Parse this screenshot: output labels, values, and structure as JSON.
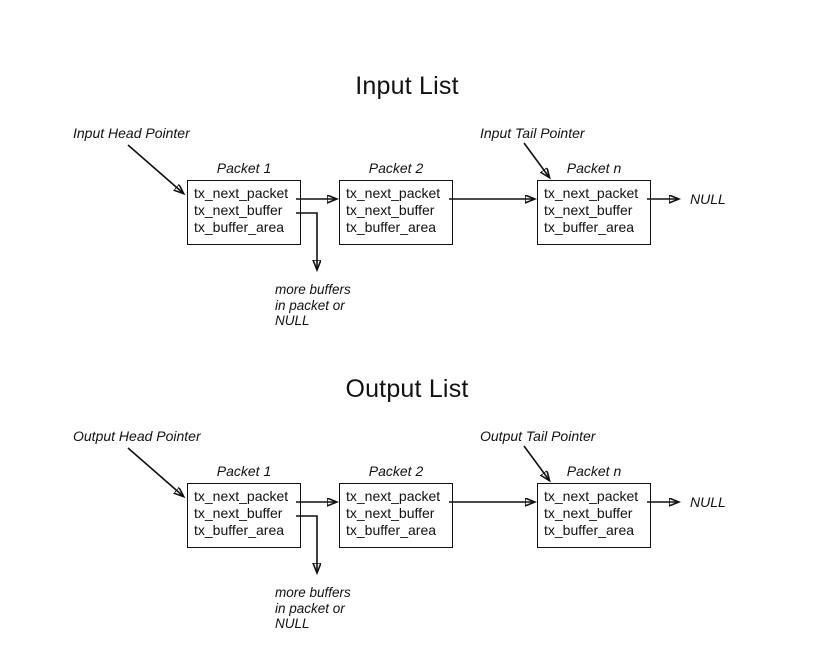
{
  "colors": {
    "ink": "#111111",
    "background": "#ffffff"
  },
  "sections": [
    {
      "title": "Input List",
      "head_pointer": "Input Head Pointer",
      "tail_pointer": "Input Tail Pointer",
      "null_label": "NULL",
      "note_lines": [
        "more buffers",
        "in packet or",
        "NULL"
      ],
      "packets": [
        {
          "label": "Packet 1",
          "fields": [
            "tx_next_packet",
            "tx_next_buffer",
            "tx_buffer_area"
          ]
        },
        {
          "label": "Packet 2",
          "fields": [
            "tx_next_packet",
            "tx_next_buffer",
            "tx_buffer_area"
          ]
        },
        {
          "label": "Packet n",
          "fields": [
            "tx_next_packet",
            "tx_next_buffer",
            "tx_buffer_area"
          ]
        }
      ]
    },
    {
      "title": "Output List",
      "head_pointer": "Output Head Pointer",
      "tail_pointer": "Output Tail Pointer",
      "null_label": "NULL",
      "note_lines": [
        "more buffers",
        "in packet or",
        "NULL"
      ],
      "packets": [
        {
          "label": "Packet 1",
          "fields": [
            "tx_next_packet",
            "tx_next_buffer",
            "tx_buffer_area"
          ]
        },
        {
          "label": "Packet 2",
          "fields": [
            "tx_next_packet",
            "tx_next_buffer",
            "tx_buffer_area"
          ]
        },
        {
          "label": "Packet n",
          "fields": [
            "tx_next_packet",
            "tx_next_buffer",
            "tx_buffer_area"
          ]
        }
      ]
    }
  ]
}
